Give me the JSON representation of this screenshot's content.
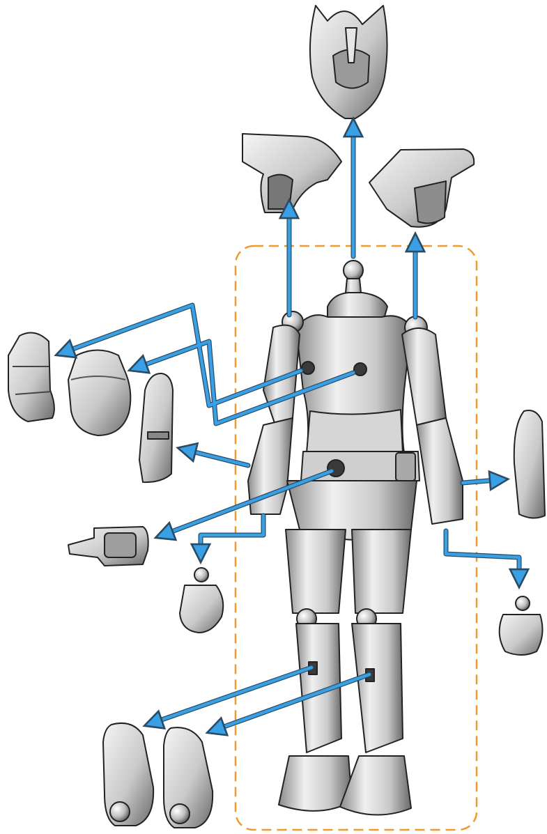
{
  "diagram": {
    "type": "exploded-assembly",
    "colors": {
      "background": "#ffffff",
      "arrow": "#3aa0e6",
      "arrow_edge": "#2a4b63",
      "frame": "#ef9a2e",
      "part_light": "#f2f2f2",
      "part_mid": "#b9b9b9",
      "part_dark": "#555555",
      "outline": "#222222"
    },
    "frame_style": "dashed-rounded",
    "parts": [
      {
        "id": "helmet",
        "icon": "helmet-icon"
      },
      {
        "id": "left-shoulder-pad",
        "icon": "shoulder-armor-icon"
      },
      {
        "id": "right-shoulder-pad",
        "icon": "shoulder-armor-icon"
      },
      {
        "id": "upper-arm-armor-a",
        "icon": "arm-armor-icon"
      },
      {
        "id": "upper-arm-armor-b",
        "icon": "arm-armor-icon"
      },
      {
        "id": "forearm-guard-left",
        "icon": "forearm-guard-icon"
      },
      {
        "id": "forearm-guard-right",
        "icon": "forearm-guard-icon"
      },
      {
        "id": "belt-buckle",
        "icon": "belt-buckle-icon"
      },
      {
        "id": "left-hand",
        "icon": "fist-icon"
      },
      {
        "id": "right-hand",
        "icon": "fist-icon"
      },
      {
        "id": "shin-guard-a",
        "icon": "shin-guard-icon"
      },
      {
        "id": "shin-guard-b",
        "icon": "shin-guard-icon"
      },
      {
        "id": "base-body",
        "icon": "figure-body-icon"
      }
    ]
  }
}
